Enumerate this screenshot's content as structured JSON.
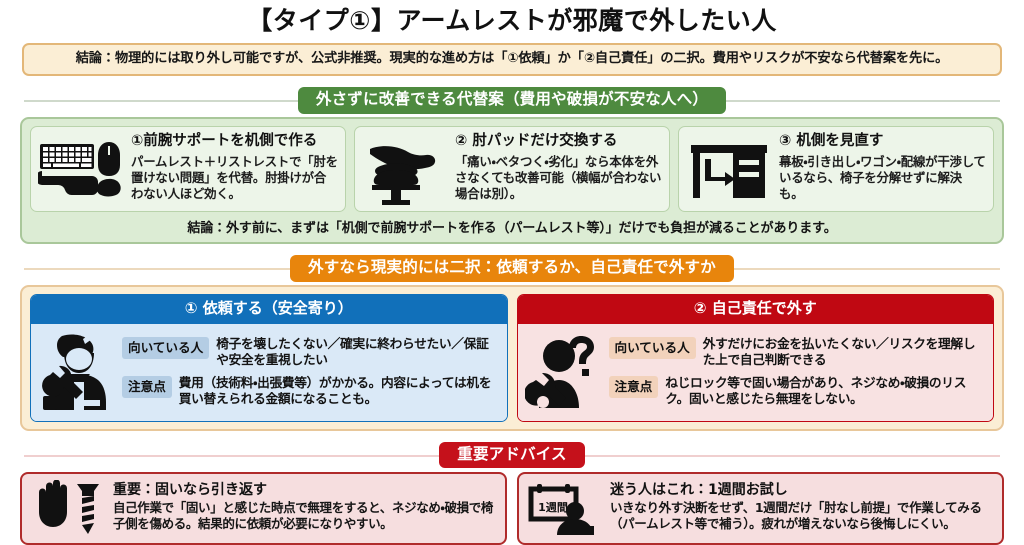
{
  "title": "【タイプ①】アームレストが邪魔で外したい人",
  "top_banner": {
    "text": "結論：物理的には取り外し可能ですが、公式非推奨。現実的な進め方は「①依頼」か「②自己責任」の二択。費用やリスクが不安なら代替案を先に。",
    "bg_color": "#fbeed5",
    "border_color": "#e3b778"
  },
  "alternatives": {
    "header": "外さずに改善できる代替案（費用や破損が不安な人へ）",
    "header_color": "#4e8a3f",
    "panel_bg": "#dcecd4",
    "cards": [
      {
        "icon": "keyboard-palmrest-mouse-icon",
        "heading": "①前腕サポートを机側で作る",
        "detail": "パームレスト＋リストレストで「肘を置けない問題」を代替。肘掛けが合わない人ほど効く。"
      },
      {
        "icon": "hand-on-armpad-icon",
        "heading": "② 肘パッドだけ交換する",
        "detail": "「痛い・ベタつく・劣化」なら本体を外さなくても改善可能（横幅が合わない場合は別）。"
      },
      {
        "icon": "desk-drawer-icon",
        "heading": "③ 机側を見直す",
        "detail": "幕板・引き出し・ワゴン・配線が干渉しているなら、椅子を分解せずに解決も。"
      }
    ],
    "conclusion": "結論：外す前に、まずは「机側で前腕サポートを作る（パームレスト等）」だけでも負担が減ることがあります。"
  },
  "choices": {
    "header": "外すなら現実的には二択：依頼するか、自己責任で外すか",
    "header_color": "#e8850c",
    "panel_bg": "#fbeed5",
    "items": [
      {
        "icon": "technician-wrench-icon",
        "heading": "① 依頼する（安全寄り）",
        "accent": "#1170ba",
        "body_bg": "#dae9f7",
        "rows": [
          {
            "tag": "向いている人",
            "text": "椅子を壊したくない／確実に終わらせたい／保証や安全を重視したい"
          },
          {
            "tag": "注意点",
            "text": "費用（技術料・出張費等）がかかる。内容によっては机を買い替えられる金額になることも。"
          }
        ]
      },
      {
        "icon": "person-question-wrench-icon",
        "heading": "② 自己責任で外す",
        "accent": "#c00812",
        "body_bg": "#f8e2e2",
        "rows": [
          {
            "tag": "向いている人",
            "text": "外すだけにお金を払いたくない／リスクを理解した上で自己判断できる"
          },
          {
            "tag": "注意点",
            "text": "ねじロック等で固い場合があり、ネジなめ・破損のリスク。固いと感じたら無理をしない。"
          }
        ]
      }
    ]
  },
  "advice": {
    "header": "重要アドバイス",
    "header_color": "#c5111b",
    "cards": [
      {
        "icon": "stop-hand-screw-icon",
        "heading": "重要：固いなら引き返す",
        "detail": "自己作業で「固い」と感じた時点で無理をすると、ネジなめ・破損で椅子側を傷める。結果的に依頼が必要になりやすい。"
      },
      {
        "icon": "calendar-one-week-icon",
        "icon_label": "1週間",
        "heading": "迷う人はこれ：1週間お試し",
        "detail": "いきなり外す決断をせず、1週間だけ「肘なし前提」で作業してみる（パームレスト等で補う）。疲れが増えないなら後悔しにくい。"
      }
    ]
  }
}
